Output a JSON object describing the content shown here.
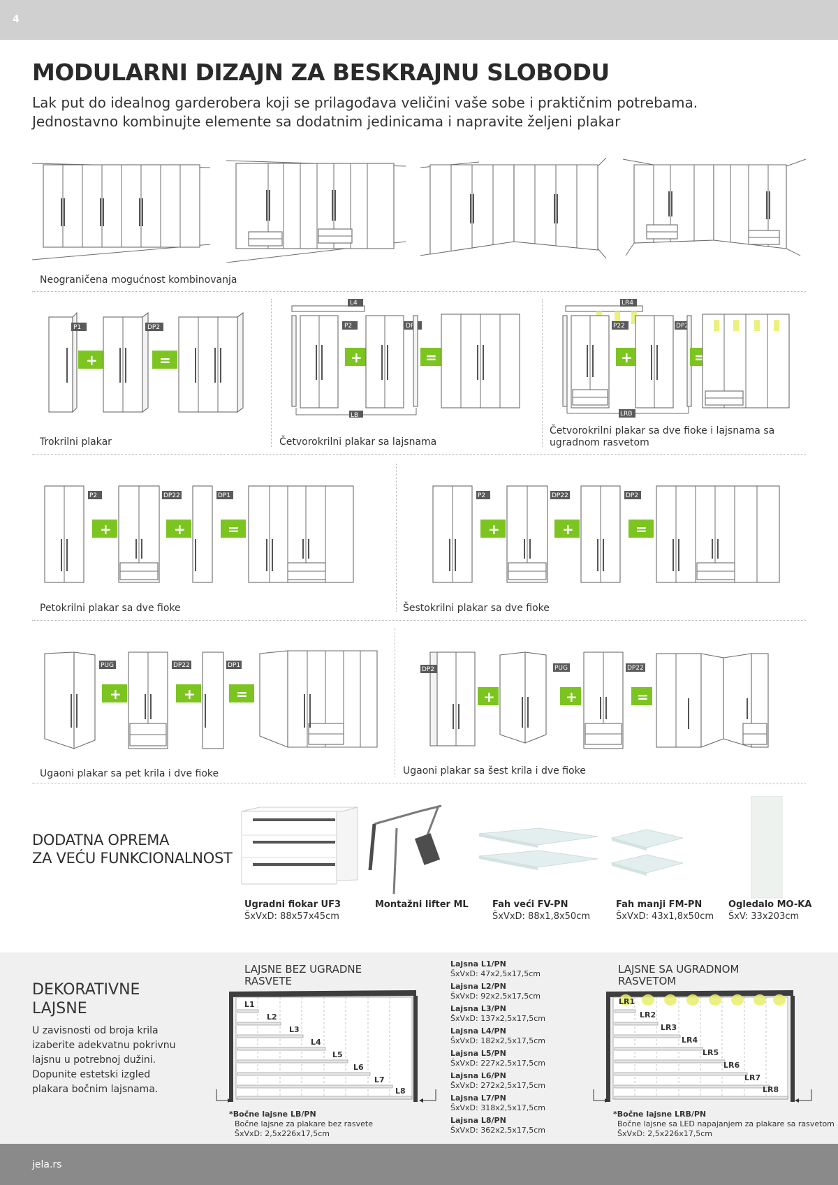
{
  "page_number": "4",
  "title": "MODULARNI DIZAJN ZA BESKRAJNU SLOBODU",
  "subtitle_lines": [
    "Lak put do idealnog garderobera koji se prilagođava veličini vaše sobe i praktičnim potrebama.",
    "Jednostavno kombinujte elemente sa dodatnim jedinicama i napravite željeni plakar"
  ],
  "combinations_caption": "Neograničena mogućnost kombinovanja",
  "configurations": [
    {
      "caption": "Trokrilni plakar",
      "tags": [
        "P1",
        "DP2"
      ]
    },
    {
      "caption": "Četvorokrilni plakar sa lajsnama",
      "tags": [
        "L4",
        "P2",
        "DP2",
        "LB"
      ]
    },
    {
      "caption": "Četvorokrilni plakar sa dve fioke i lajsnama sa ugradnom rasvetom",
      "tags": [
        "LR4",
        "P22",
        "DP2",
        "LRB"
      ]
    },
    {
      "caption": "Petokrilni plakar sa dve fioke",
      "tags": [
        "P2",
        "DP22",
        "DP1"
      ]
    },
    {
      "caption": "Šestokrilni plakar sa dve fioke",
      "tags": [
        "P2",
        "DP22",
        "DP2"
      ]
    },
    {
      "caption": "Ugaoni  plakar sa pet krila i dve fioke",
      "tags": [
        "PUG",
        "DP22",
        "DP1"
      ]
    },
    {
      "caption": "Ugaoni  plakar sa šest krila i dve fioke",
      "tags": [
        "DP2",
        "PUG",
        "DP22"
      ]
    }
  ],
  "symbols": {
    "plus": "+",
    "equals": "="
  },
  "accessories": {
    "title_lines": [
      "DODATNA OPREMA",
      "ZA VEĆU FUNKCIONALNOST"
    ],
    "items": [
      {
        "name": "Ugradni fiokar UF3",
        "dims": "ŠxVxD: 88x57x45cm"
      },
      {
        "name": "Montažni lifter ML",
        "dims": ""
      },
      {
        "name": "Fah veći FV-PN",
        "dims": "ŠxVxD: 88x1,8x50cm"
      },
      {
        "name": "Fah manji FM-PN",
        "dims": "ŠxVxD: 43x1,8x50cm"
      },
      {
        "name": "Ogledalo MO-KA",
        "dims": "ŠxV: 33x203cm"
      }
    ]
  },
  "decorative": {
    "title_lines": [
      "DEKORATIVNE",
      "LAJSNE"
    ],
    "text": "U zavisnosti od broja krila izaberite adekvatnu pokrivnu lajsnu u potrebnoj dužini. Dopunite estetski izgled plakara bočnim lajsnama.",
    "without_lighting": {
      "title_lines": [
        "LAJSNE BEZ UGRADNE",
        "RASVETE"
      ],
      "labels": [
        "L1",
        "L2",
        "L3",
        "L4",
        "L5",
        "L6",
        "L7",
        "L8"
      ],
      "note_title": "*Bočne lajsne LB/PN",
      "note_line1": "Bočne lajsne za plakare bez rasvete",
      "note_line2": "ŠxVxD: 2,5x226x17,5cm"
    },
    "with_lighting": {
      "title_lines": [
        "LAJSNE SA UGRADNOM",
        "RASVETOM"
      ],
      "labels": [
        "LR1",
        "LR2",
        "LR3",
        "LR4",
        "LR5",
        "LR6",
        "LR7",
        "LR8"
      ],
      "note_title": "*Bočne lajsne LRB/PN",
      "note_line1": "Bočne lajsne sa LED napajanjem za plakare sa rasvetom",
      "note_line2": "ŠxVxD: 2,5x226x17,5cm"
    },
    "strips": [
      {
        "name": "Lajsna L1/PN",
        "dims": "ŠxVxD: 47x2,5x17,5cm"
      },
      {
        "name": "Lajsna L2/PN",
        "dims": "ŠxVxD: 92x2,5x17,5cm"
      },
      {
        "name": "Lajsna L3/PN",
        "dims": "ŠxVxD: 137x2,5x17,5cm"
      },
      {
        "name": "Lajsna L4/PN",
        "dims": "ŠxVxD: 182x2,5x17,5cm"
      },
      {
        "name": "Lajsna L5/PN",
        "dims": "ŠxVxD: 227x2,5x17,5cm"
      },
      {
        "name": "Lajsna L6/PN",
        "dims": "ŠxVxD: 272x2,5x17,5cm"
      },
      {
        "name": "Lajsna L7/PN",
        "dims": "ŠxVxD: 318x2,5x17,5cm"
      },
      {
        "name": "Lajsna L8/PN",
        "dims": "ŠxVxD: 362x2,5x17,5cm"
      }
    ]
  },
  "footer": {
    "site": "jela.rs"
  },
  "colors": {
    "accent_green": "#7cc520",
    "top_bar": "#d0d0d0",
    "footer_bar": "#8a8a8a",
    "tag_bg": "#5a5a5a"
  }
}
